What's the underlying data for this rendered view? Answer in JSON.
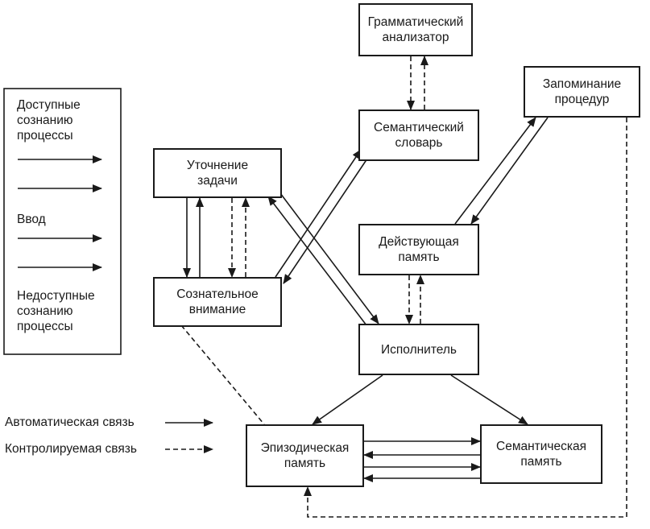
{
  "nodes": {
    "grammar": "Грамматический\nанализатор",
    "procedures": "Запоминание\nпроцедур",
    "sem_dict": "Семантический\nсловарь",
    "task": "Уточнение\nзадачи",
    "working": "Действующая\nпамять",
    "attention": "Сознательное\nвнимание",
    "executor": "Исполнитель",
    "episodic": "Эпизодическая\nпамять",
    "semantic_mem": "Семантическая\nпамять"
  },
  "legend": {
    "accessible": "Доступные\nсознанию\nпроцессы",
    "input": "Ввод",
    "inaccessible": "Недоступные\nсознанию\nпроцессы"
  },
  "links": {
    "automatic": "Автоматическая связь",
    "controlled": "Контролируемая связь"
  },
  "colors": {
    "ink": "#1a1a1a",
    "background": "#ffffff"
  }
}
